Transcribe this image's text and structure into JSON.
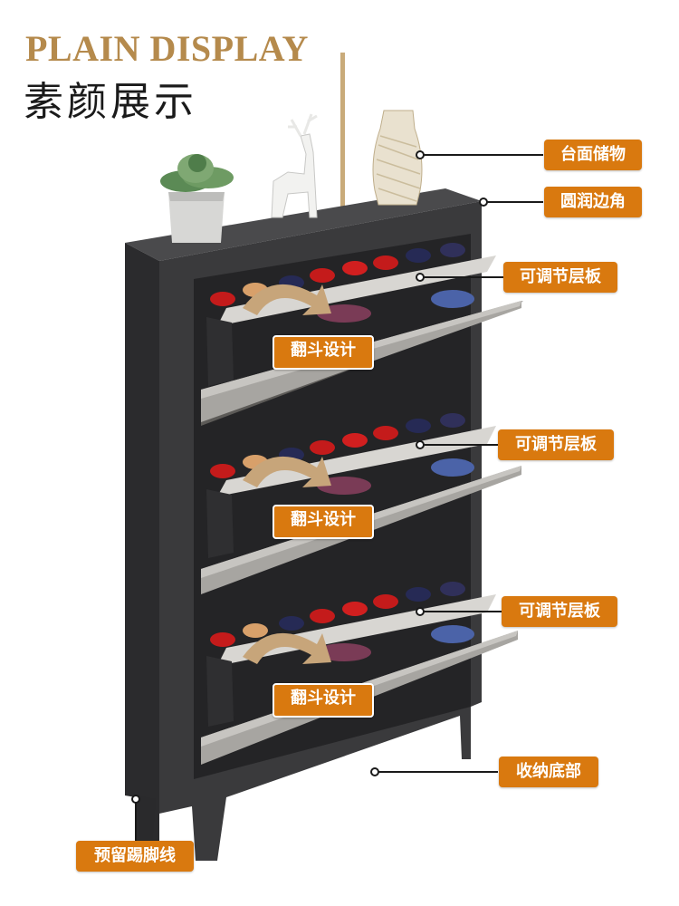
{
  "title_en": "PLAIN DISPLAY",
  "title_cn": "素颜展示",
  "callouts": {
    "top_storage": "台面储物",
    "rounded_edge": "圆润边角",
    "adjustable_shelf": "可调节层板",
    "flip_design": "翻斗设计",
    "bottom_storage": "收纳底部",
    "kickboard": "预留踢脚线"
  },
  "colors": {
    "accent": "#d9790f",
    "title_en": "#b58a4c",
    "cabinet": "#3a3a3c",
    "drawer_front": "#9c9a97"
  }
}
